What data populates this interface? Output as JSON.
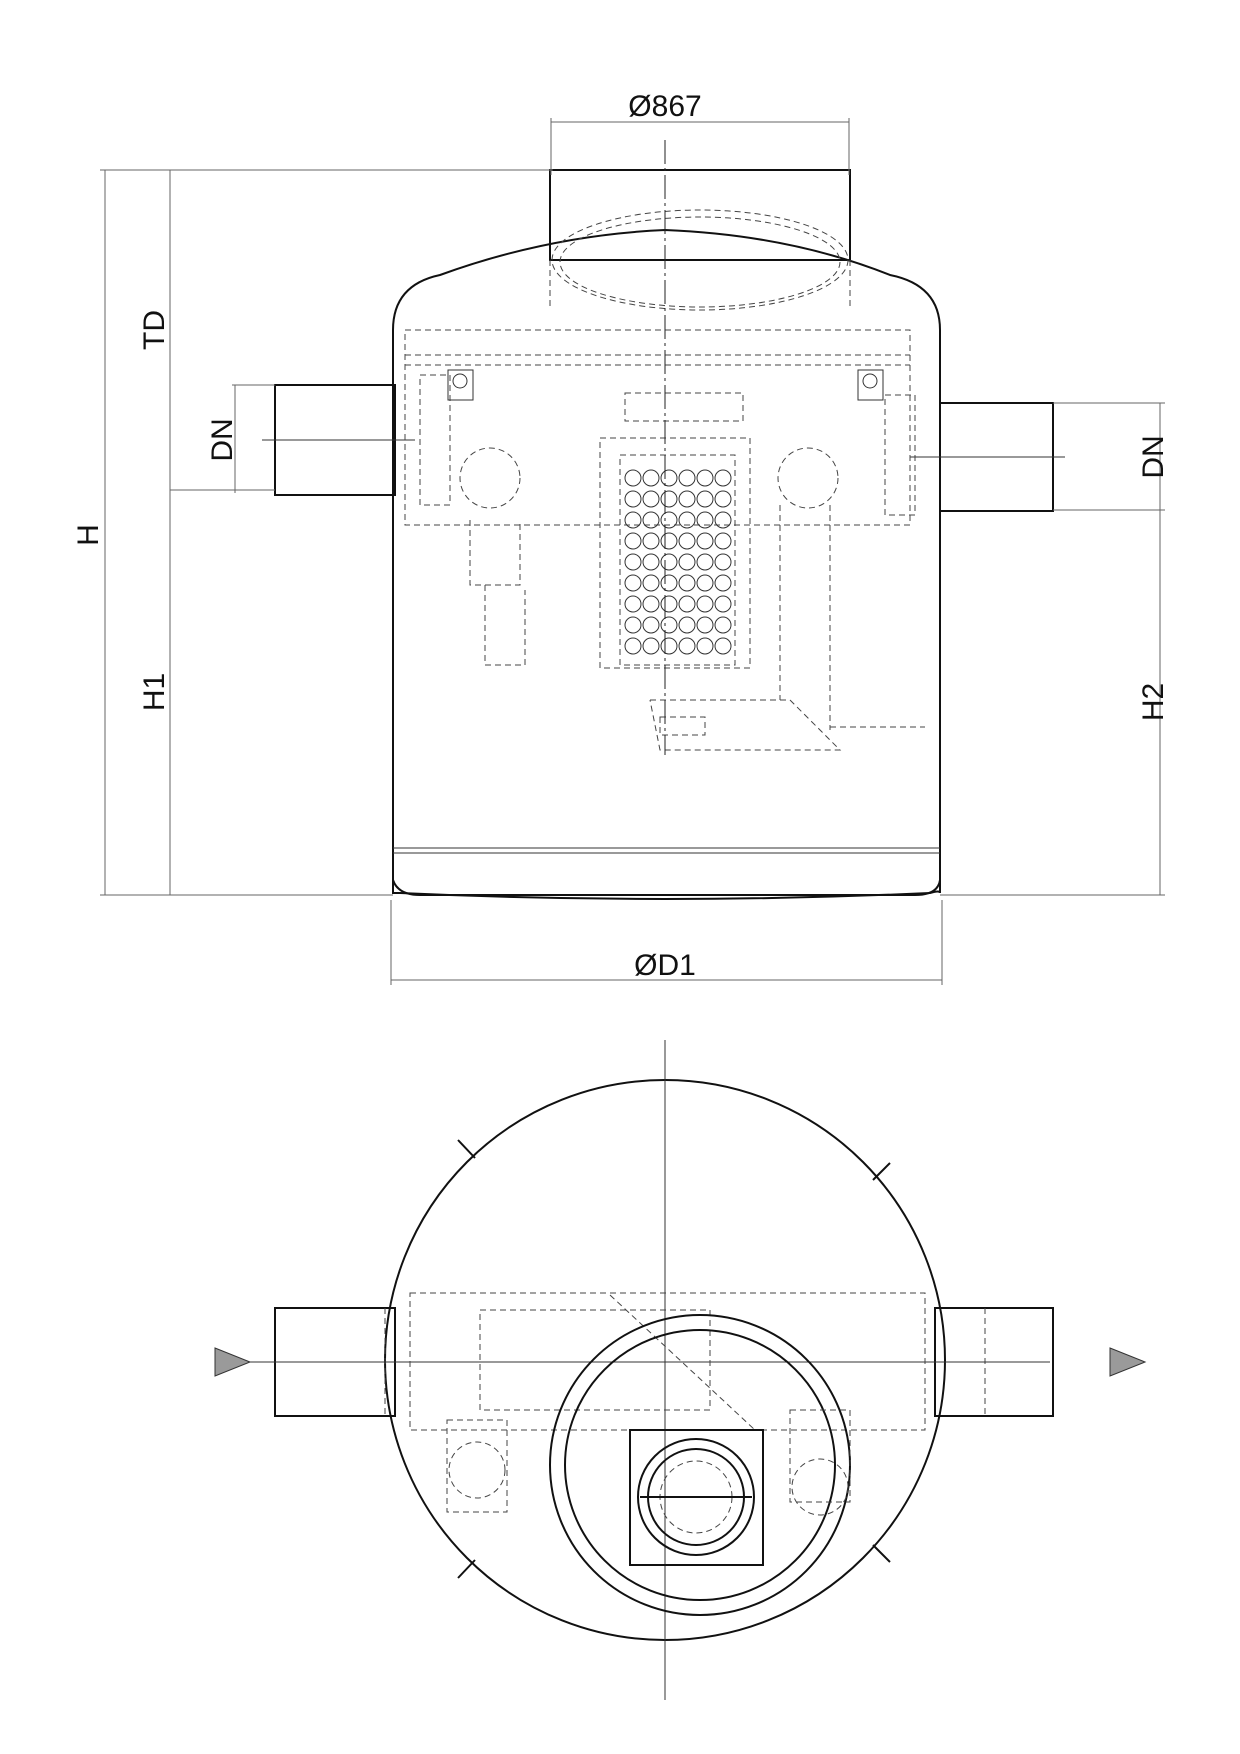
{
  "side_view": {
    "labels": {
      "top_diameter": "Ø867",
      "height_total": "H",
      "tank_depth": "TD",
      "inlet_dn": "DN",
      "outlet_dn": "DN",
      "inlet_height": "H1",
      "outlet_height": "H2",
      "body_diameter": "ØD1"
    }
  },
  "plan_view": {
    "flow_direction_left": "inlet-arrow",
    "flow_direction_right": "outlet-arrow"
  },
  "colors": {
    "line": "#111111",
    "arrow_fill": "#9a9a9a"
  }
}
